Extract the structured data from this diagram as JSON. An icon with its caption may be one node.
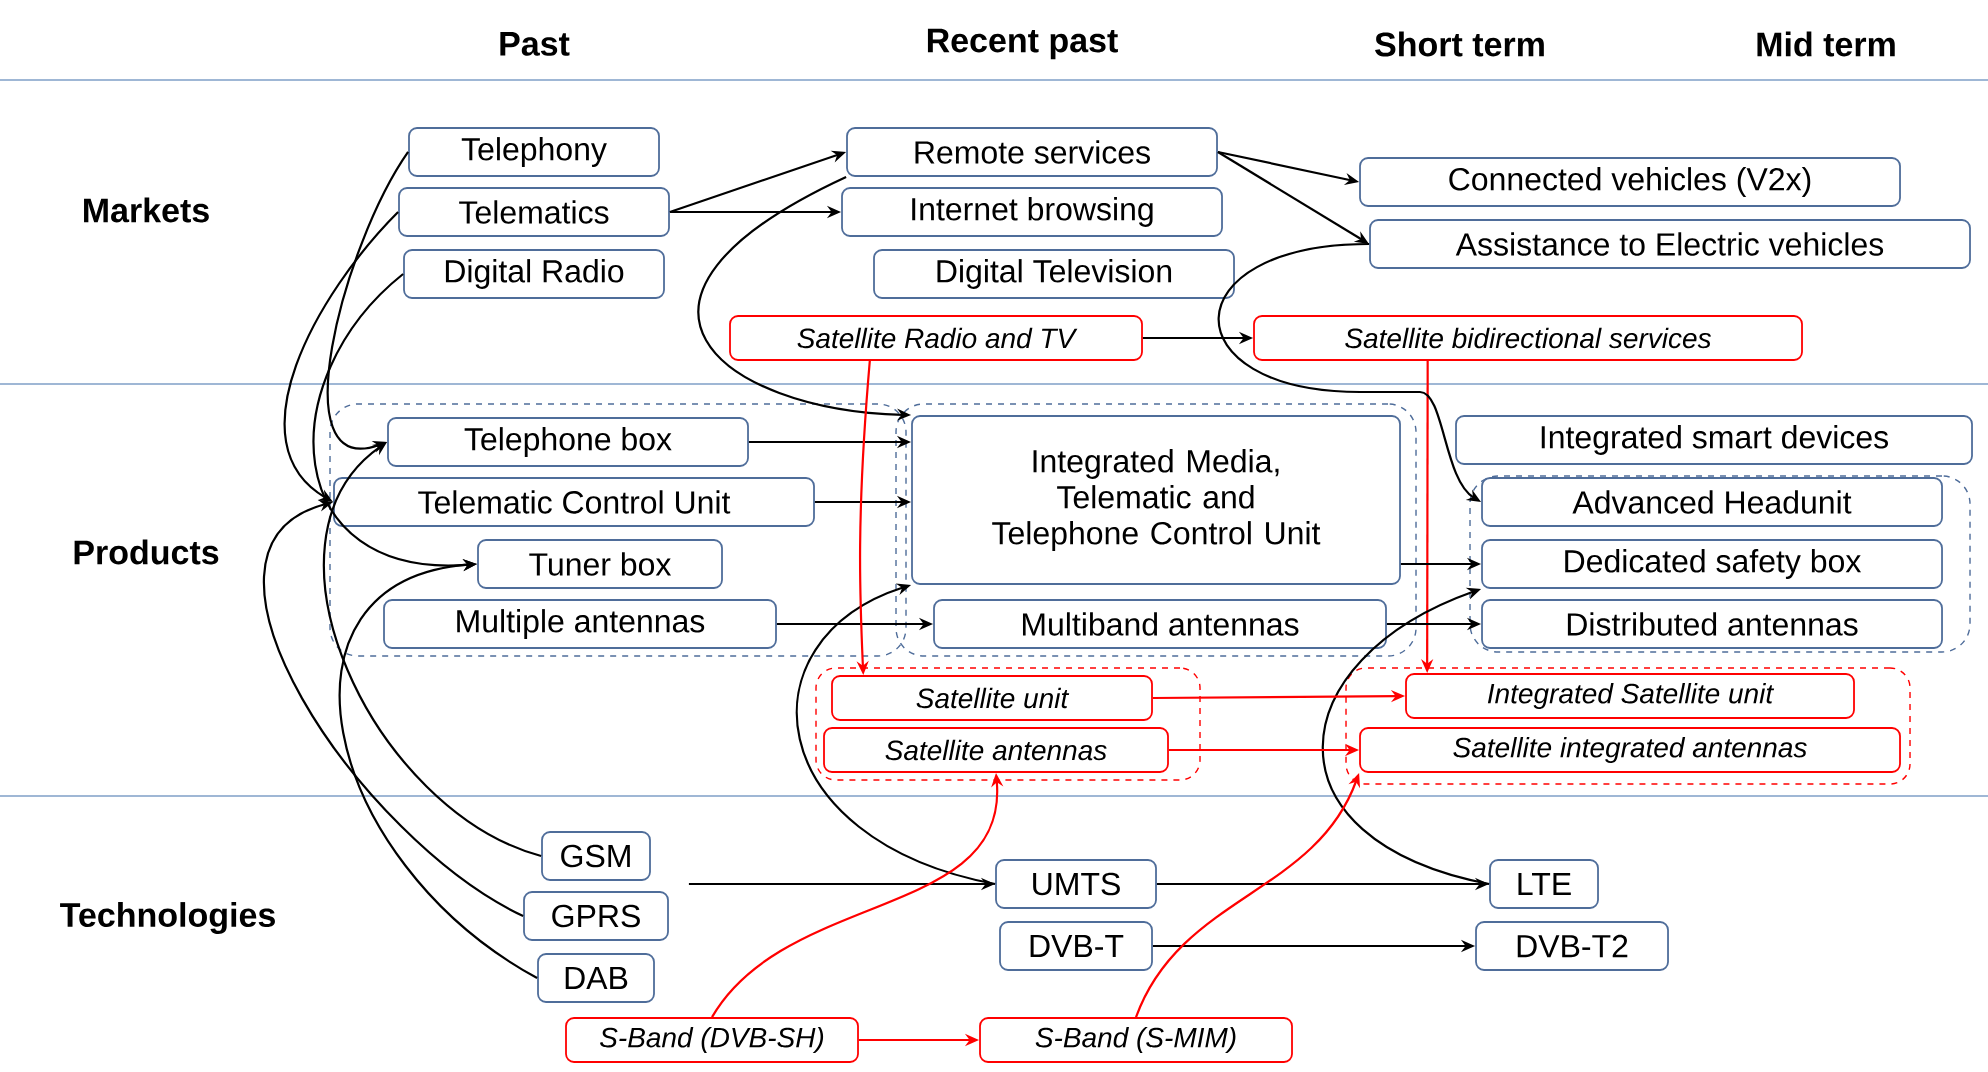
{
  "diagram": {
    "nodes": [
      {
        "text": [
          "Telephony"
        ]
      },
      {
        "text": [
          "Telematics"
        ]
      },
      {
        "text": [
          "Digital Radio"
        ]
      },
      {
        "text": [
          "Remote services"
        ]
      },
      {
        "text": [
          "Internet browsing"
        ]
      },
      {
        "text": [
          "Digital Television"
        ]
      },
      {
        "text": [
          "Satellite Radio and TV"
        ]
      },
      {
        "text": [
          "Connected vehicles (V2x)"
        ]
      },
      {
        "text": [
          "Assistance to Electric vehicles"
        ]
      },
      {
        "text": [
          "Satellite bidirectional services"
        ]
      },
      {
        "text": [],
        "shape": "box"
      },
      {
        "text": [
          "Telephone box"
        ],
        "in": 10
      },
      {
        "text": [
          "Telematic Control Unit"
        ],
        "in": 10
      },
      {
        "text": [
          "Tuner box"
        ],
        "in": 10
      },
      {
        "text": [
          "Multiple antennas"
        ],
        "in": 10
      },
      {
        "text": [],
        "shape": "box"
      },
      {
        "text": [
          "Integrated Media, Telematic and Telephone Control Unit"
        ],
        "in": 15
      },
      {
        "text": [
          "Multiband antennas"
        ],
        "in": 15
      },
      {
        "text": [
          "Integrated smart devices"
        ]
      },
      {
        "text": [],
        "shape": "box"
      },
      {
        "text": [
          "Advanced Headunit"
        ],
        "in": 19
      },
      {
        "text": [
          "Dedicated safety box"
        ],
        "in": 19
      },
      {
        "text": [
          "Distributed antennas"
        ],
        "in": 19
      },
      {
        "text": [],
        "shape": "box"
      },
      {
        "text": [
          "Satellite unit"
        ],
        "in": 23
      },
      {
        "text": [
          "Satellite antennas"
        ],
        "in": 23
      },
      {
        "text": [],
        "shape": "box"
      },
      {
        "text": [
          "Integrated Satellite unit"
        ],
        "in": 26
      },
      {
        "text": [
          "Satellite integrated antennas"
        ],
        "in": 26
      },
      {
        "text": [
          "GSM"
        ]
      },
      {
        "text": [
          "GPRS"
        ]
      },
      {
        "text": [
          "DAB"
        ]
      },
      {
        "text": [
          "UMTS"
        ]
      },
      {
        "text": [
          "DVB-T"
        ]
      },
      {
        "text": [
          "LTE"
        ]
      },
      {
        "text": [
          "DVB-T2"
        ]
      },
      {
        "text": [
          "S-Band (DVB-SH)"
        ]
      },
      {
        "text": [
          "S-Band (S-MIM)"
        ]
      }
    ],
    "edges": [
      {
        "from": 1,
        "to": 3,
        "arrow": "to"
      },
      {
        "from": 1,
        "to": 4,
        "arrow": "to"
      },
      {
        "from": 3,
        "to": 7,
        "arrow": "to"
      },
      {
        "from": 3,
        "to": 8,
        "arrow": "to"
      },
      {
        "from": 6,
        "to": 9,
        "arrow": "to"
      },
      {
        "from": 0,
        "to": 11,
        "arrow": "to"
      },
      {
        "from": 1,
        "to": 12,
        "arrow": "to"
      },
      {
        "from": 2,
        "to": 13,
        "arrow": "to"
      },
      {
        "from": 29,
        "to": 11,
        "arrow": "to"
      },
      {
        "from": 30,
        "to": 12,
        "arrow": "to"
      },
      {
        "from": 31,
        "to": 13,
        "arrow": "to"
      },
      {
        "from": 3,
        "to": 16,
        "arrow": "to"
      },
      {
        "from": 11,
        "to": 16,
        "arrow": "to"
      },
      {
        "from": 12,
        "to": 16,
        "arrow": "to"
      },
      {
        "from": 14,
        "to": 17,
        "arrow": "to"
      },
      {
        "from": 32,
        "to": 16,
        "arrow": "to"
      },
      {
        "from": 30,
        "to": 32,
        "arrow": "to"
      },
      {
        "from": 6,
        "to": 24,
        "arrow": "to",
        "color": "#ff0000"
      },
      {
        "from": 9,
        "to": 27,
        "arrow": "to",
        "color": "#ff0000"
      },
      {
        "from": 8,
        "to": 20,
        "arrow": "to"
      },
      {
        "from": 16,
        "to": 21,
        "arrow": "to"
      },
      {
        "from": 17,
        "to": 22,
        "arrow": "to"
      },
      {
        "from": 34,
        "to": 21,
        "arrow": "to"
      },
      {
        "from": 32,
        "to": 34,
        "arrow": "to"
      },
      {
        "from": 33,
        "to": 35,
        "arrow": "to"
      },
      {
        "from": 24,
        "to": 27,
        "arrow": "to",
        "color": "#ff0000"
      },
      {
        "from": 25,
        "to": 28,
        "arrow": "to",
        "color": "#ff0000"
      },
      {
        "from": 36,
        "to": 37,
        "arrow": "to",
        "color": "#ff0000"
      },
      {
        "from": 36,
        "to": 25,
        "arrow": "to",
        "color": "#ff0000"
      },
      {
        "from": 37,
        "to": 28,
        "arrow": "to",
        "color": "#ff0000"
      }
    ],
    "labels": [
      "Past",
      "Recent past",
      "Short term",
      "Mid term",
      "Markets",
      "Products",
      "Technologies"
    ]
  }
}
